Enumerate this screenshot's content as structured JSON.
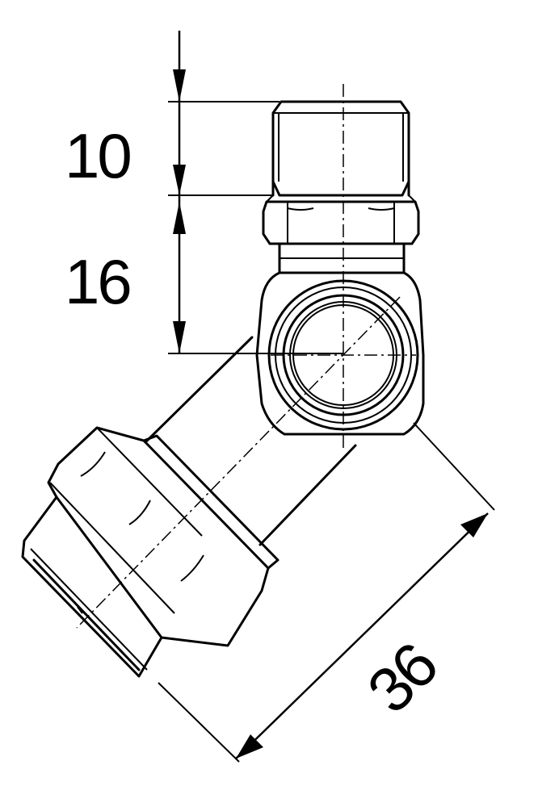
{
  "dimensions": {
    "top_thread_length": "10",
    "nut_to_center": "16",
    "angled_length": "36"
  }
}
